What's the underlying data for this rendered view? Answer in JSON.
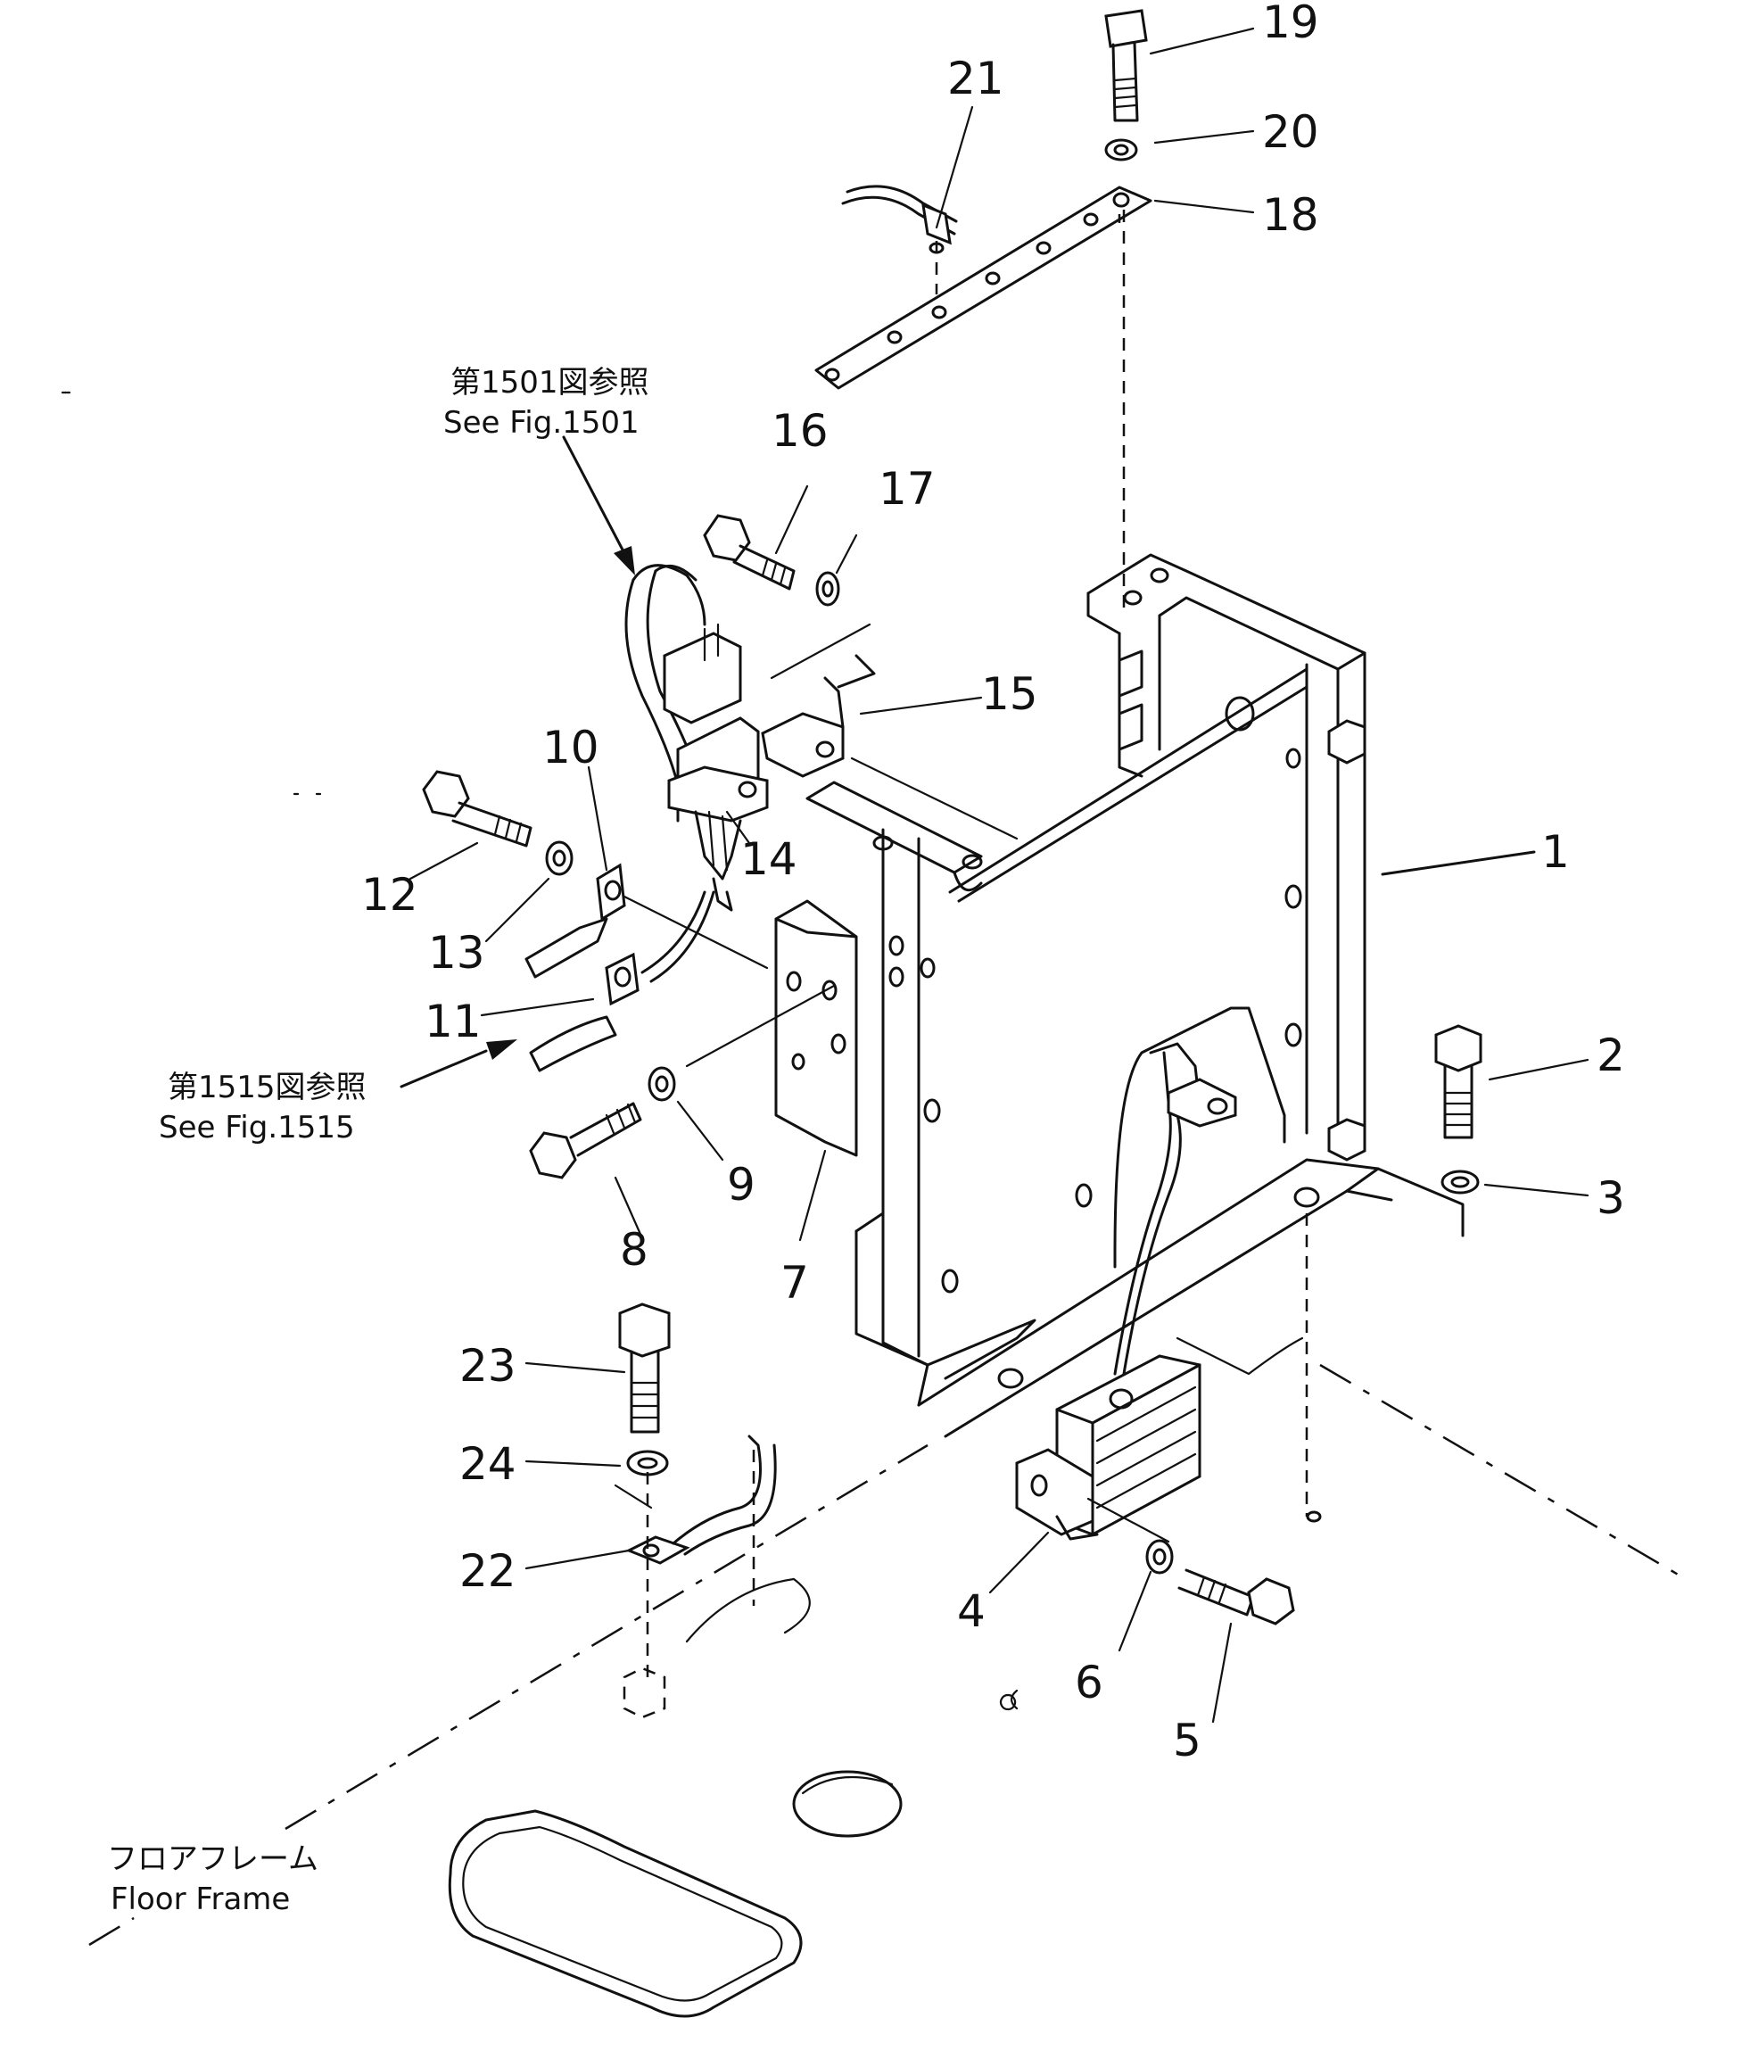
{
  "callouts": {
    "c1": "1",
    "c2": "2",
    "c3": "3",
    "c4": "4",
    "c5": "5",
    "c6": "6",
    "c7": "7",
    "c8": "8",
    "c9": "9",
    "c10": "10",
    "c11": "11",
    "c12": "12",
    "c13": "13",
    "c14": "14",
    "c15": "15",
    "c16": "16",
    "c17": "17",
    "c18": "18",
    "c19": "19",
    "c20": "20",
    "c21": "21",
    "c22": "22",
    "c23": "23",
    "c24": "24"
  },
  "references": {
    "fig1501_jp": "第1501図参照",
    "fig1501_en": "See Fig.1501",
    "fig1515_jp": "第1515図参照",
    "fig1515_en": "See Fig.1515"
  },
  "floor_frame": {
    "jp": "フロアフレーム",
    "en": "Floor Frame"
  },
  "colors": {
    "ink": "#111111",
    "paper": "#ffffff"
  }
}
